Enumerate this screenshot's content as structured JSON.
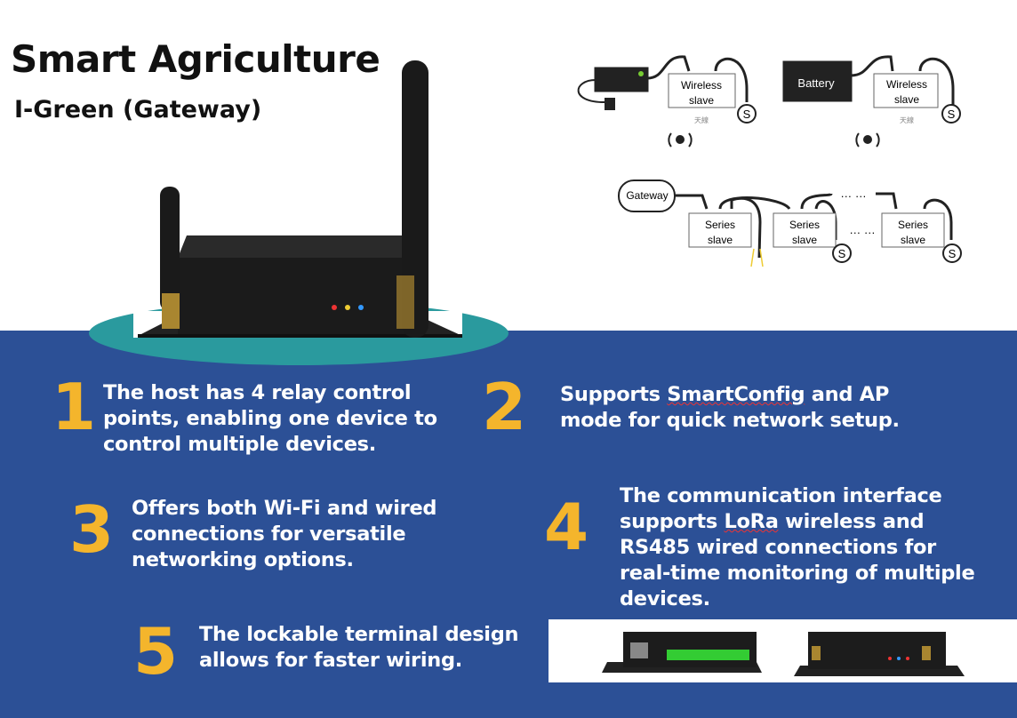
{
  "header": {
    "title": "Smart Agriculture",
    "subtitle": "I-Green (Gateway)"
  },
  "diagram": {
    "wireless_slave": "Wireless slave",
    "wireless_label_1": "Wireless",
    "wireless_label_2": "slave",
    "antenna_label": "天線",
    "battery": "Battery",
    "gateway": "Gateway",
    "series_label_1": "Series",
    "series_label_2": "slave",
    "ellipsis": "… …",
    "sensor": "S"
  },
  "features": [
    {
      "number": "1",
      "text": "The host has 4 relay control points, enabling one device to control multiple devices."
    },
    {
      "number": "2",
      "text_a": "Supports ",
      "text_b": "SmartConfig",
      "text_c": " and AP mode for quick network setup."
    },
    {
      "number": "3",
      "text": "Offers both Wi-Fi and wired connections for versatile networking options."
    },
    {
      "number": "4",
      "text_a": "The communication interface supports ",
      "text_b": "LoRa",
      "text_c": " wireless and RS485 wired connections for real-time monitoring of multiple devices."
    },
    {
      "number": "5",
      "text": "The lockable terminal design allows for faster wiring."
    }
  ],
  "colors": {
    "background_blue": "#2c5096",
    "number_yellow": "#f4b52c",
    "platform_teal": "#2a9a9e"
  }
}
